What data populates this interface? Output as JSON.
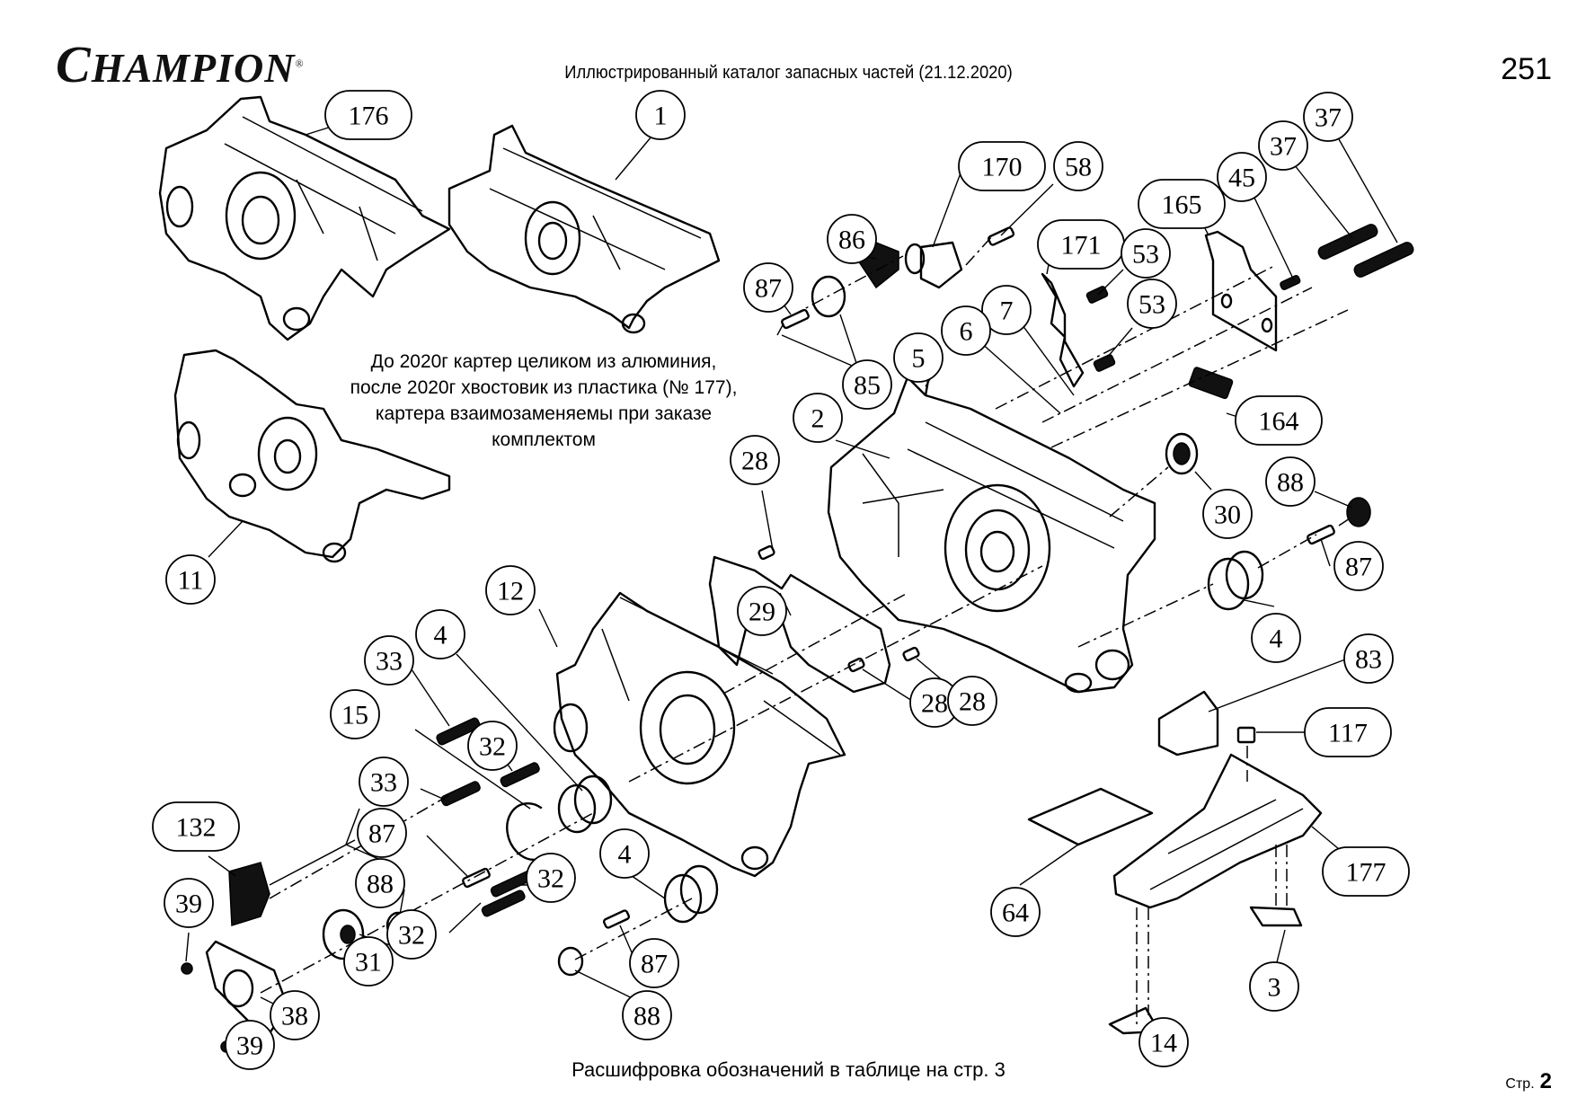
{
  "header": {
    "brand": "CHAMPION",
    "brand_mark": "®",
    "title": "Иллюстрированный каталог запасных частей (21.12.2020)",
    "page_number": "251"
  },
  "note": {
    "lines": [
      "До 2020г картер целиком из алюминия,",
      "после 2020г хвостовик из пластика (№ 177),",
      "картера взаимозаменяемы при заказе",
      "комплектом"
    ]
  },
  "footer": {
    "note": "Расшифровка обозначений в таблице на стр. 3",
    "page_label": "Стр.",
    "page_value": "2"
  },
  "callouts": [
    {
      "id": "c176",
      "label": "176",
      "shape": "oval"
    },
    {
      "id": "c1",
      "label": "1",
      "shape": "circle"
    },
    {
      "id": "c170",
      "label": "170",
      "shape": "oval"
    },
    {
      "id": "c58",
      "label": "58",
      "shape": "circle"
    },
    {
      "id": "c86",
      "label": "86",
      "shape": "circle"
    },
    {
      "id": "c87a",
      "label": "87",
      "shape": "circle"
    },
    {
      "id": "c85",
      "label": "85",
      "shape": "circle"
    },
    {
      "id": "c171",
      "label": "171",
      "shape": "oval"
    },
    {
      "id": "c53a",
      "label": "53",
      "shape": "circle"
    },
    {
      "id": "c53b",
      "label": "53",
      "shape": "circle"
    },
    {
      "id": "c7",
      "label": "7",
      "shape": "circle"
    },
    {
      "id": "c6",
      "label": "6",
      "shape": "circle"
    },
    {
      "id": "c5",
      "label": "5",
      "shape": "circle"
    },
    {
      "id": "c2",
      "label": "2",
      "shape": "circle"
    },
    {
      "id": "c165",
      "label": "165",
      "shape": "oval"
    },
    {
      "id": "c45",
      "label": "45",
      "shape": "circle"
    },
    {
      "id": "c37a",
      "label": "37",
      "shape": "circle"
    },
    {
      "id": "c37b",
      "label": "37",
      "shape": "circle"
    },
    {
      "id": "c164",
      "label": "164",
      "shape": "oval"
    },
    {
      "id": "c30",
      "label": "30",
      "shape": "circle"
    },
    {
      "id": "c88a",
      "label": "88",
      "shape": "circle"
    },
    {
      "id": "c87b",
      "label": "87",
      "shape": "circle"
    },
    {
      "id": "c4a",
      "label": "4",
      "shape": "circle"
    },
    {
      "id": "c83",
      "label": "83",
      "shape": "circle"
    },
    {
      "id": "c117",
      "label": "117",
      "shape": "oval"
    },
    {
      "id": "c177",
      "label": "177",
      "shape": "oval"
    },
    {
      "id": "c64",
      "label": "64",
      "shape": "circle"
    },
    {
      "id": "c3",
      "label": "3",
      "shape": "circle"
    },
    {
      "id": "c14",
      "label": "14",
      "shape": "circle"
    },
    {
      "id": "c11",
      "label": "11",
      "shape": "circle"
    },
    {
      "id": "c28a",
      "label": "28",
      "shape": "circle"
    },
    {
      "id": "c29",
      "label": "29",
      "shape": "circle"
    },
    {
      "id": "c28b",
      "label": "28",
      "shape": "circle"
    },
    {
      "id": "c28c",
      "label": "28",
      "shape": "circle"
    },
    {
      "id": "c12",
      "label": "12",
      "shape": "circle"
    },
    {
      "id": "c33a",
      "label": "33",
      "shape": "circle"
    },
    {
      "id": "c4b",
      "label": "4",
      "shape": "circle"
    },
    {
      "id": "c15",
      "label": "15",
      "shape": "circle"
    },
    {
      "id": "c32a",
      "label": "32",
      "shape": "circle"
    },
    {
      "id": "c33b",
      "label": "33",
      "shape": "circle"
    },
    {
      "id": "c87c",
      "label": "87",
      "shape": "circle"
    },
    {
      "id": "c88b",
      "label": "88",
      "shape": "circle"
    },
    {
      "id": "c32b",
      "label": "32",
      "shape": "circle"
    },
    {
      "id": "c32c",
      "label": "32",
      "shape": "circle"
    },
    {
      "id": "c31",
      "label": "31",
      "shape": "circle"
    },
    {
      "id": "c4c",
      "label": "4",
      "shape": "circle"
    },
    {
      "id": "c87d",
      "label": "87",
      "shape": "circle"
    },
    {
      "id": "c88c",
      "label": "88",
      "shape": "circle"
    },
    {
      "id": "c132",
      "label": "132",
      "shape": "oval"
    },
    {
      "id": "c39a",
      "label": "39",
      "shape": "circle"
    },
    {
      "id": "c38",
      "label": "38",
      "shape": "circle"
    },
    {
      "id": "c39b",
      "label": "39",
      "shape": "circle"
    }
  ]
}
